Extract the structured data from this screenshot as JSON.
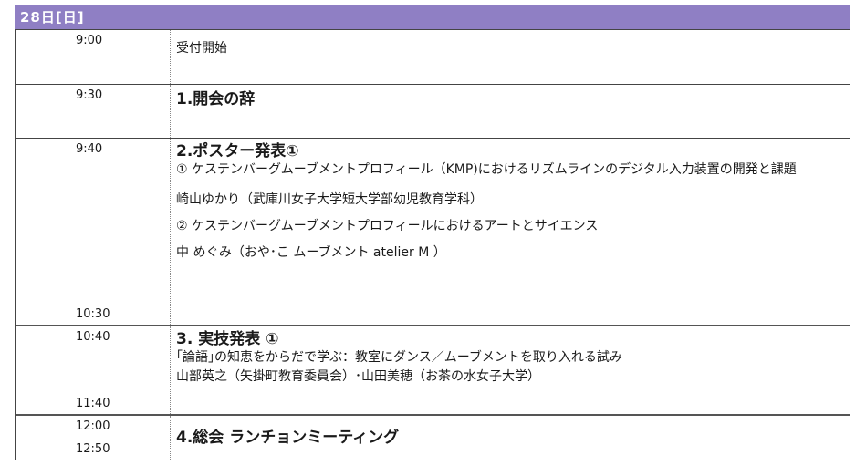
{
  "header": {
    "day": "28日[日]"
  },
  "rows": [
    {
      "time_start": "9:00",
      "plain": "受付開始"
    },
    {
      "time_start": "9:30",
      "title": "1.開会の辞"
    },
    {
      "time_start": "9:40",
      "time_end": "10:30",
      "title": "2.ポスター発表①",
      "lines": [
        "① ケステンバーグムーブメントプロフィール（KMP)におけるリズムラインのデジタル入力装置の開発と課題",
        "崎山ゆかり（武庫川女子大学短大学部幼児教育学科）",
        "② ケステンバーグムーブメントプロフィールにおけるアートとサイエンス",
        "中 めぐみ（おや･こ ムーブメント atelier M ）"
      ]
    },
    {
      "time_start": "10:40",
      "time_end": "11:40",
      "title": "3. 実技発表 ①",
      "lines": [
        "｢論語｣の知恵をからだで学ぶ：教室にダンス／ムーブメントを取り入れる試み",
        "山部英之（矢掛町教育委員会）･山田美穂（お茶の水女子大学）"
      ]
    },
    {
      "time_start": "12:00",
      "time_end": "12:50",
      "title": "4.総会 ランチョンミーティング"
    }
  ]
}
